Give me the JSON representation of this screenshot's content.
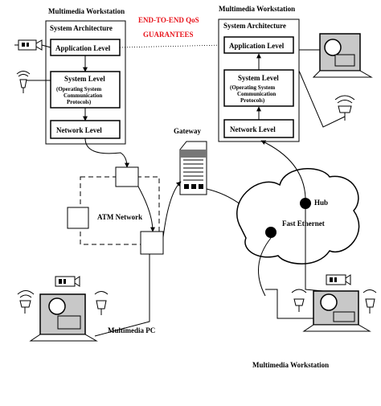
{
  "colors": {
    "qos": "#e8141c",
    "stroke": "#000000",
    "fill_gray": "#c8c8c8"
  },
  "qos": {
    "line1": "END-TO-END QoS",
    "line2": "GUARANTEES"
  },
  "workstation_left": {
    "title": "Multimedia Workstation",
    "arch_title": "System Architecture",
    "application": "Application Level",
    "system": "System Level",
    "system_sub": [
      "(Operating System",
      "Communication",
      "Protocols)"
    ],
    "network": "Network Level"
  },
  "workstation_right": {
    "title": "Multimedia Workstation",
    "arch_title": "System Architecture",
    "application": "Application Level",
    "system": "System Level",
    "system_sub": [
      "(Operating System",
      "Communication",
      "Protocols)"
    ],
    "network": "Network Level"
  },
  "network": {
    "atm": "ATM Network",
    "gateway": "Gateway",
    "hub": "Hub",
    "fast_ethernet": "Fast Ethernet"
  },
  "bottom": {
    "pc_label": "Multimedia PC",
    "ws_label": "Multimedia Workstation"
  },
  "icons": [
    "video-camera-icon",
    "microphone-icon",
    "speaker-icon",
    "monitor-icon",
    "computer-icon",
    "server-icon",
    "switch-icon"
  ]
}
